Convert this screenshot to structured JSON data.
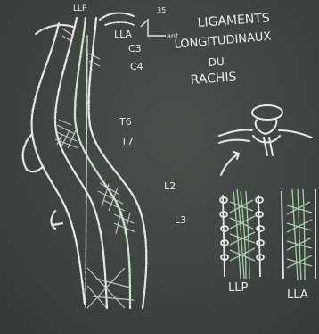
{
  "title_lines": [
    "LIGAMENTS",
    "LONGITUDINAUX",
    "DU",
    "RACHIS"
  ],
  "corner_labels": {
    "top_left": "LLP",
    "top_mid": "35",
    "ant": "ant"
  },
  "vertebra_labels": {
    "lla": "LLA",
    "c3": "C3",
    "c4": "C4",
    "t6": "T6",
    "t7": "T7",
    "l2": "L2",
    "l3": "L3"
  },
  "bottom_labels": {
    "llp": "LLP",
    "lla": "LLA"
  }
}
